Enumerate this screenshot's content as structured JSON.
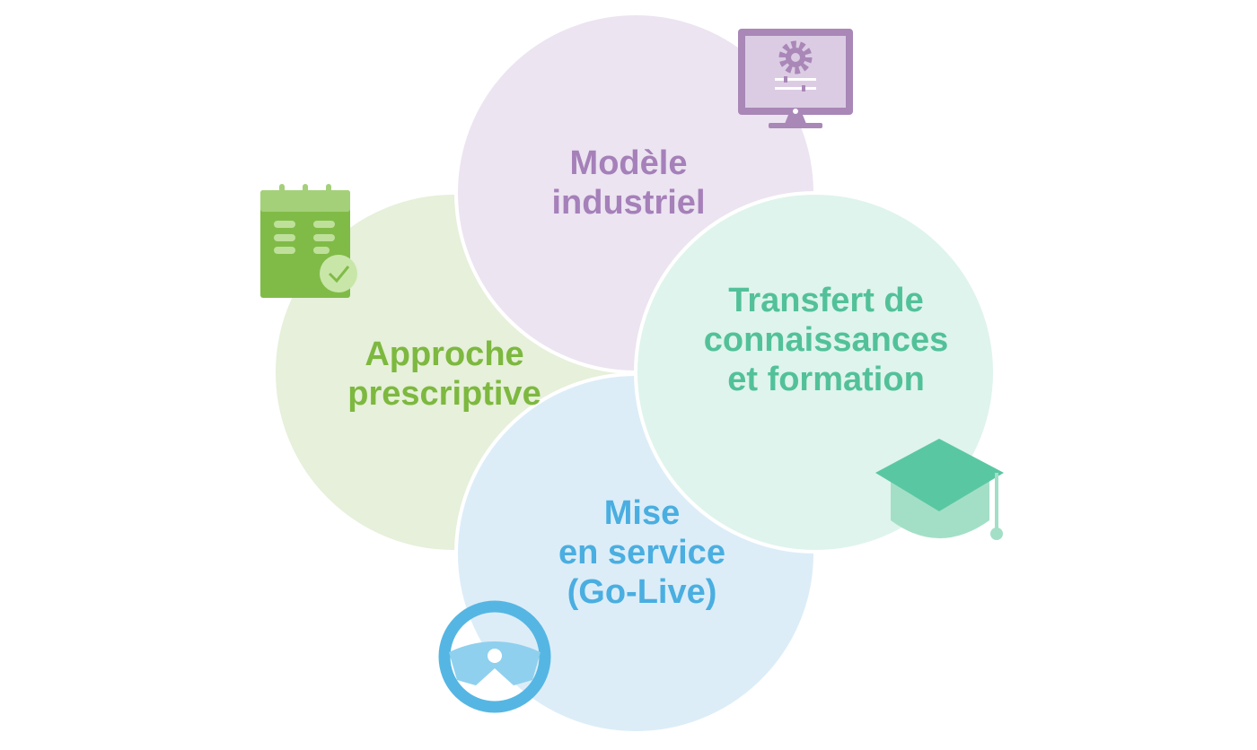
{
  "circles": [
    {
      "id": "modele-industriel",
      "lines": [
        "Modèle",
        "industriel"
      ],
      "icon": "monitor-gear-icon",
      "fill": "#ece4f1",
      "text_color": "#a580b9",
      "icon_color": "#a987b7"
    },
    {
      "id": "transfert",
      "lines": [
        "Transfert de",
        "connaissances",
        "et formation"
      ],
      "icon": "graduation-cap-icon",
      "fill": "#dff4ec",
      "text_color": "#52c19a",
      "icon_color": "#5ac7a3"
    },
    {
      "id": "approche",
      "lines": [
        "Approche",
        "prescriptive"
      ],
      "icon": "checklist-calendar-icon",
      "fill": "#e6f0da",
      "text_color": "#7db83f",
      "icon_color": "#80bb47"
    },
    {
      "id": "mise-en-service",
      "lines": [
        "Mise",
        "en service",
        "(Go-Live)"
      ],
      "icon": "steering-wheel-icon",
      "fill": "#dcedf8",
      "text_color": "#4aaee0",
      "icon_color": "#55b6e3"
    }
  ]
}
